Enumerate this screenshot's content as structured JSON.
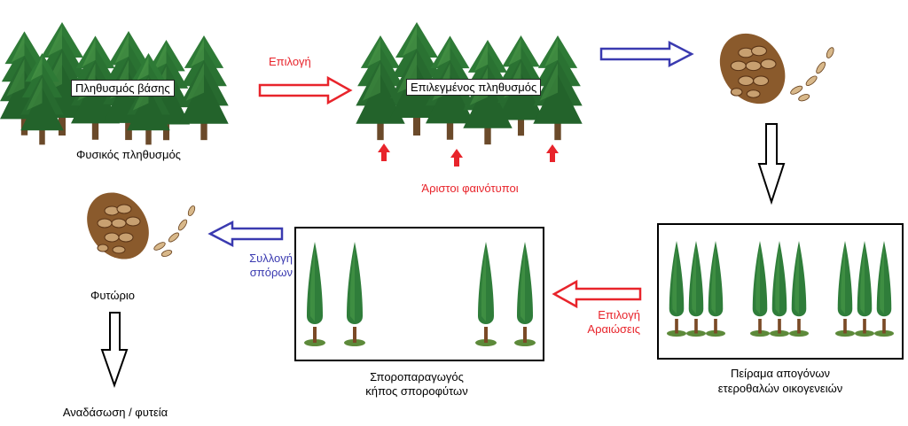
{
  "labels": {
    "base_population": "Πληθυσμός βάσης",
    "natural_population": "Φυσικός πληθυσμός",
    "selection_top": "Επιλογή",
    "selected_population": "Επιλεγμένος πληθυσμός",
    "best_phenotypes": "Άριστοι φαινότυποι",
    "progeny_trial_line1": "Πείραμα απογόνων",
    "progeny_trial_line2": "ετεροθαλών οικογενειών",
    "selection_thinning_line1": "Επιλογή",
    "selection_thinning_line2": "Αραιώσεις",
    "seed_orchard_line1": "Σποροπαραγωγός",
    "seed_orchard_line2": "κήπος σποροφύτων",
    "seed_collection_line1": "Συλλογή",
    "seed_collection_line2": "σπόρων",
    "nursery": "Φυτώριο",
    "reforestation": "Αναδάσωση / φυτεία"
  },
  "colors": {
    "red_text": "#e8242b",
    "blue_text": "#3a3ab0",
    "tree_green": "#2f7d3a",
    "cone_brown": "#8a5a2c"
  }
}
